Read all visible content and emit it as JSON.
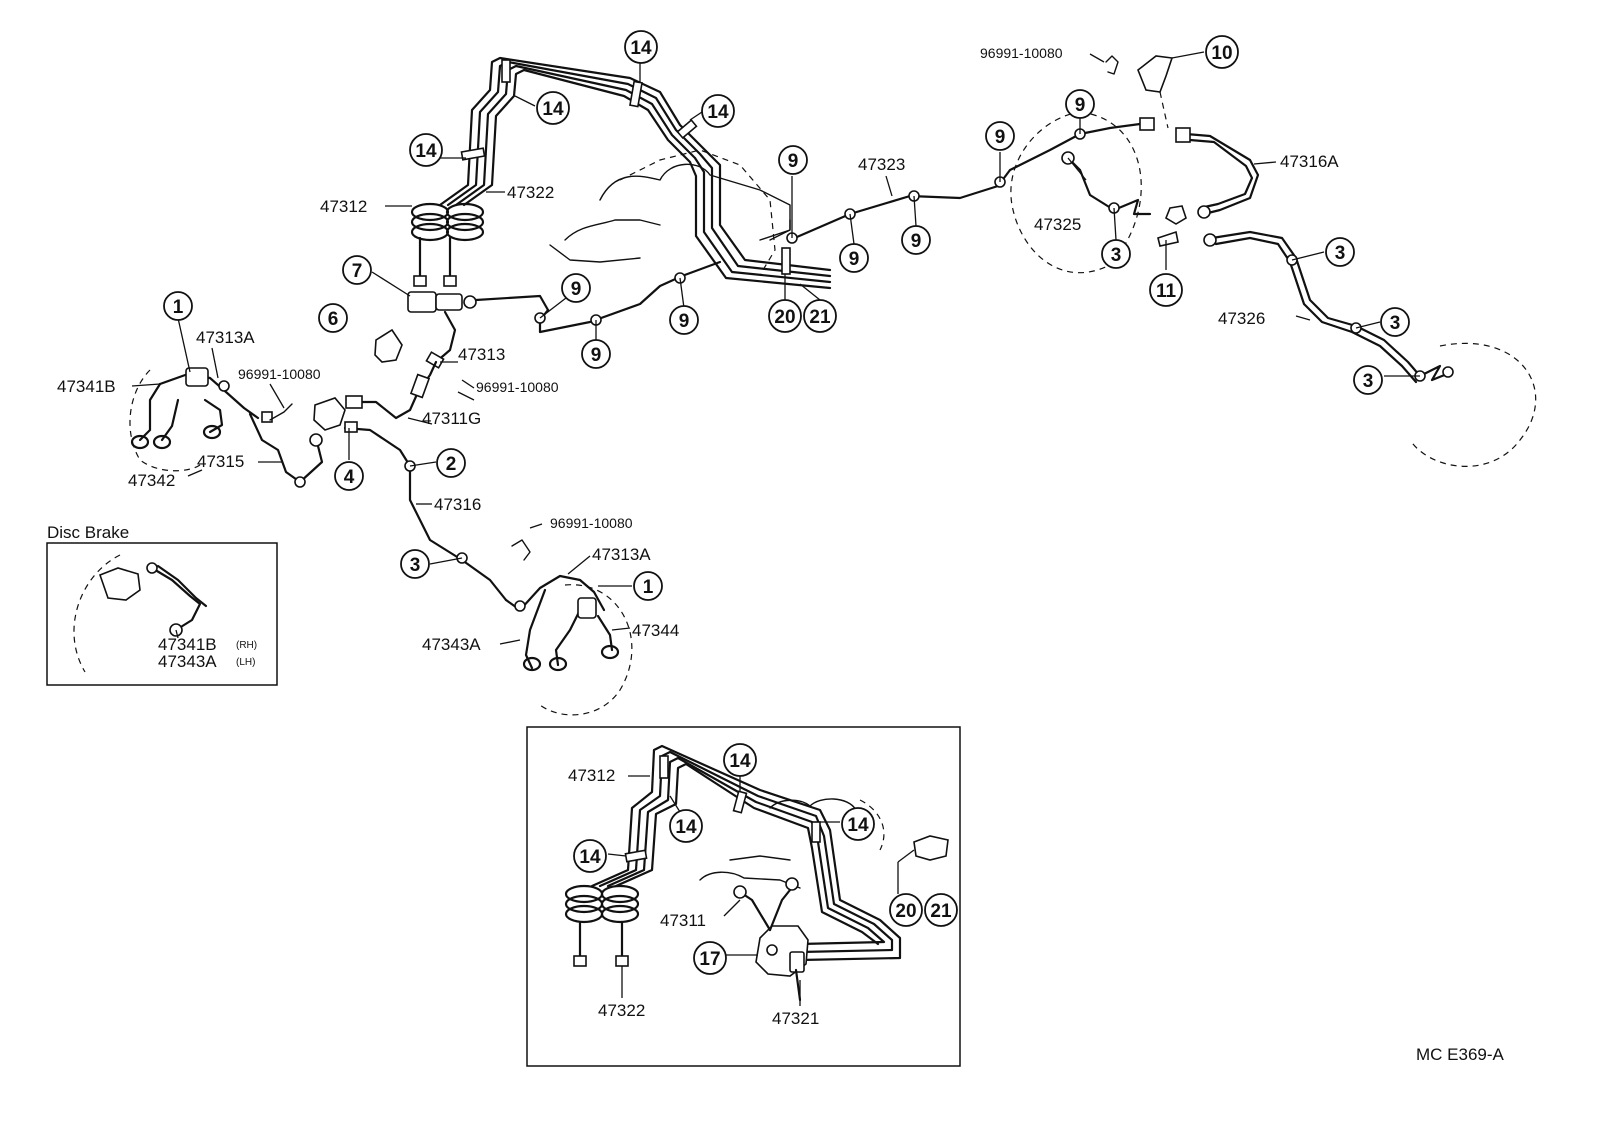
{
  "figure_code": "MC  E369-A",
  "callouts": {
    "c1a": "1",
    "c1b": "1",
    "c2": "2",
    "c3a": "3",
    "c3b": "3",
    "c3c": "3",
    "c3d": "3",
    "c3e": "3",
    "c4": "4",
    "c6": "6",
    "c7": "7",
    "c9a": "9",
    "c9b": "9",
    "c9c": "9",
    "c9d": "9",
    "c9e": "9",
    "c9f": "9",
    "c9g": "9",
    "c9h": "9",
    "c10": "10",
    "c11": "11",
    "c14a": "14",
    "c14b": "14",
    "c14c": "14",
    "c14d": "14",
    "c14e": "14",
    "c14f": "14",
    "c14g": "14",
    "c14h": "14",
    "c17": "17",
    "c20a": "20",
    "c21a": "21",
    "c20b": "20",
    "c21b": "21"
  },
  "part_labels": {
    "p47312_top": "47312",
    "p47322_top": "47322",
    "p47313A_left": "47313A",
    "p47341B": "47341B",
    "p96991_left": "96991-10080",
    "p47313": "47313",
    "p96991_mid": "96991-10080",
    "p47311G": "47311G",
    "p47342": "47342",
    "p47315": "47315",
    "p47316": "47316",
    "p96991_lower": "96991-10080",
    "p47313A_lower": "47313A",
    "p47343A": "47343A",
    "p47344": "47344",
    "p47323": "47323",
    "p96991_right": "96991-10080",
    "p47316A": "47316A",
    "p47325": "47325",
    "p47326": "47326",
    "p47312_inset": "47312",
    "p47311_inset": "47311",
    "p47322_inset": "47322",
    "p47321_inset": "47321"
  },
  "disc_brake_inset": {
    "title": "Disc Brake",
    "part_rh": "47341B",
    "side_rh": "(RH)",
    "part_lh": "47343A",
    "side_lh": "(LH)"
  }
}
